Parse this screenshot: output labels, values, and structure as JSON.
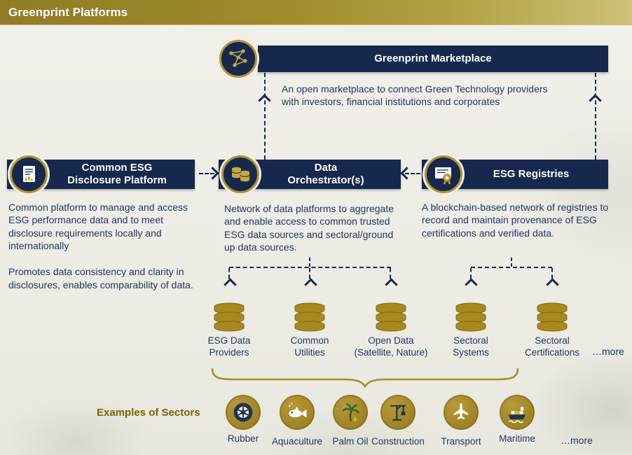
{
  "header": {
    "title": "Greenprint Platforms"
  },
  "marketplace": {
    "title": "Greenprint Marketplace",
    "description": "An open marketplace to connect Green Technology providers\nwith investors, financial institutions and corporates"
  },
  "platforms": {
    "disclosure": {
      "title": "Common ESG\nDisclosure Platform",
      "description": "Common platform to manage and access ESG performance data and to meet disclosure requirements locally and internationally\n\nPromotes data consistency and clarity in disclosures, enables comparability of data."
    },
    "orchestrator": {
      "title": "Data\nOrchestrator(s)",
      "description": "Network of data platforms to aggregate and enable access to common trusted ESG data sources and sectoral/ground up data sources."
    },
    "registries": {
      "title": "ESG Registries",
      "description": "A blockchain-based network of registries to record and maintain provenance of ESG certifications and verified data."
    }
  },
  "data_sources": [
    {
      "label": "ESG Data\nProviders",
      "icon": "database-icon"
    },
    {
      "label": "Common\nUtilities",
      "icon": "database-icon"
    },
    {
      "label": "Open Data\n(Satellite, Nature)",
      "icon": "database-icon"
    },
    {
      "label": "Sectoral\nSystems",
      "icon": "database-icon"
    },
    {
      "label": "Sectoral\nCertifications",
      "icon": "database-icon"
    }
  ],
  "sources_more": "…more",
  "sectors": {
    "heading": "Examples of Sectors",
    "items": [
      {
        "name": "Rubber",
        "icon": "tire-icon"
      },
      {
        "name": "Aquaculture",
        "icon": "fish-icon"
      },
      {
        "name": "Palm Oil",
        "icon": "palm-tree-icon"
      },
      {
        "name": "Construction",
        "icon": "crane-icon"
      },
      {
        "name": "Transport",
        "icon": "airplane-icon"
      },
      {
        "name": "Maritime",
        "icon": "ship-icon"
      }
    ],
    "more": "…more"
  },
  "colors": {
    "header_gold": "#a08c2c",
    "banner_navy": "#16284d",
    "body_text_navy": "#1f3864",
    "icon_ring_gold": "#b3922f",
    "database_gold": "#a8891f",
    "sector_heading_gold": "#7f6000",
    "background": "#eeede7"
  }
}
